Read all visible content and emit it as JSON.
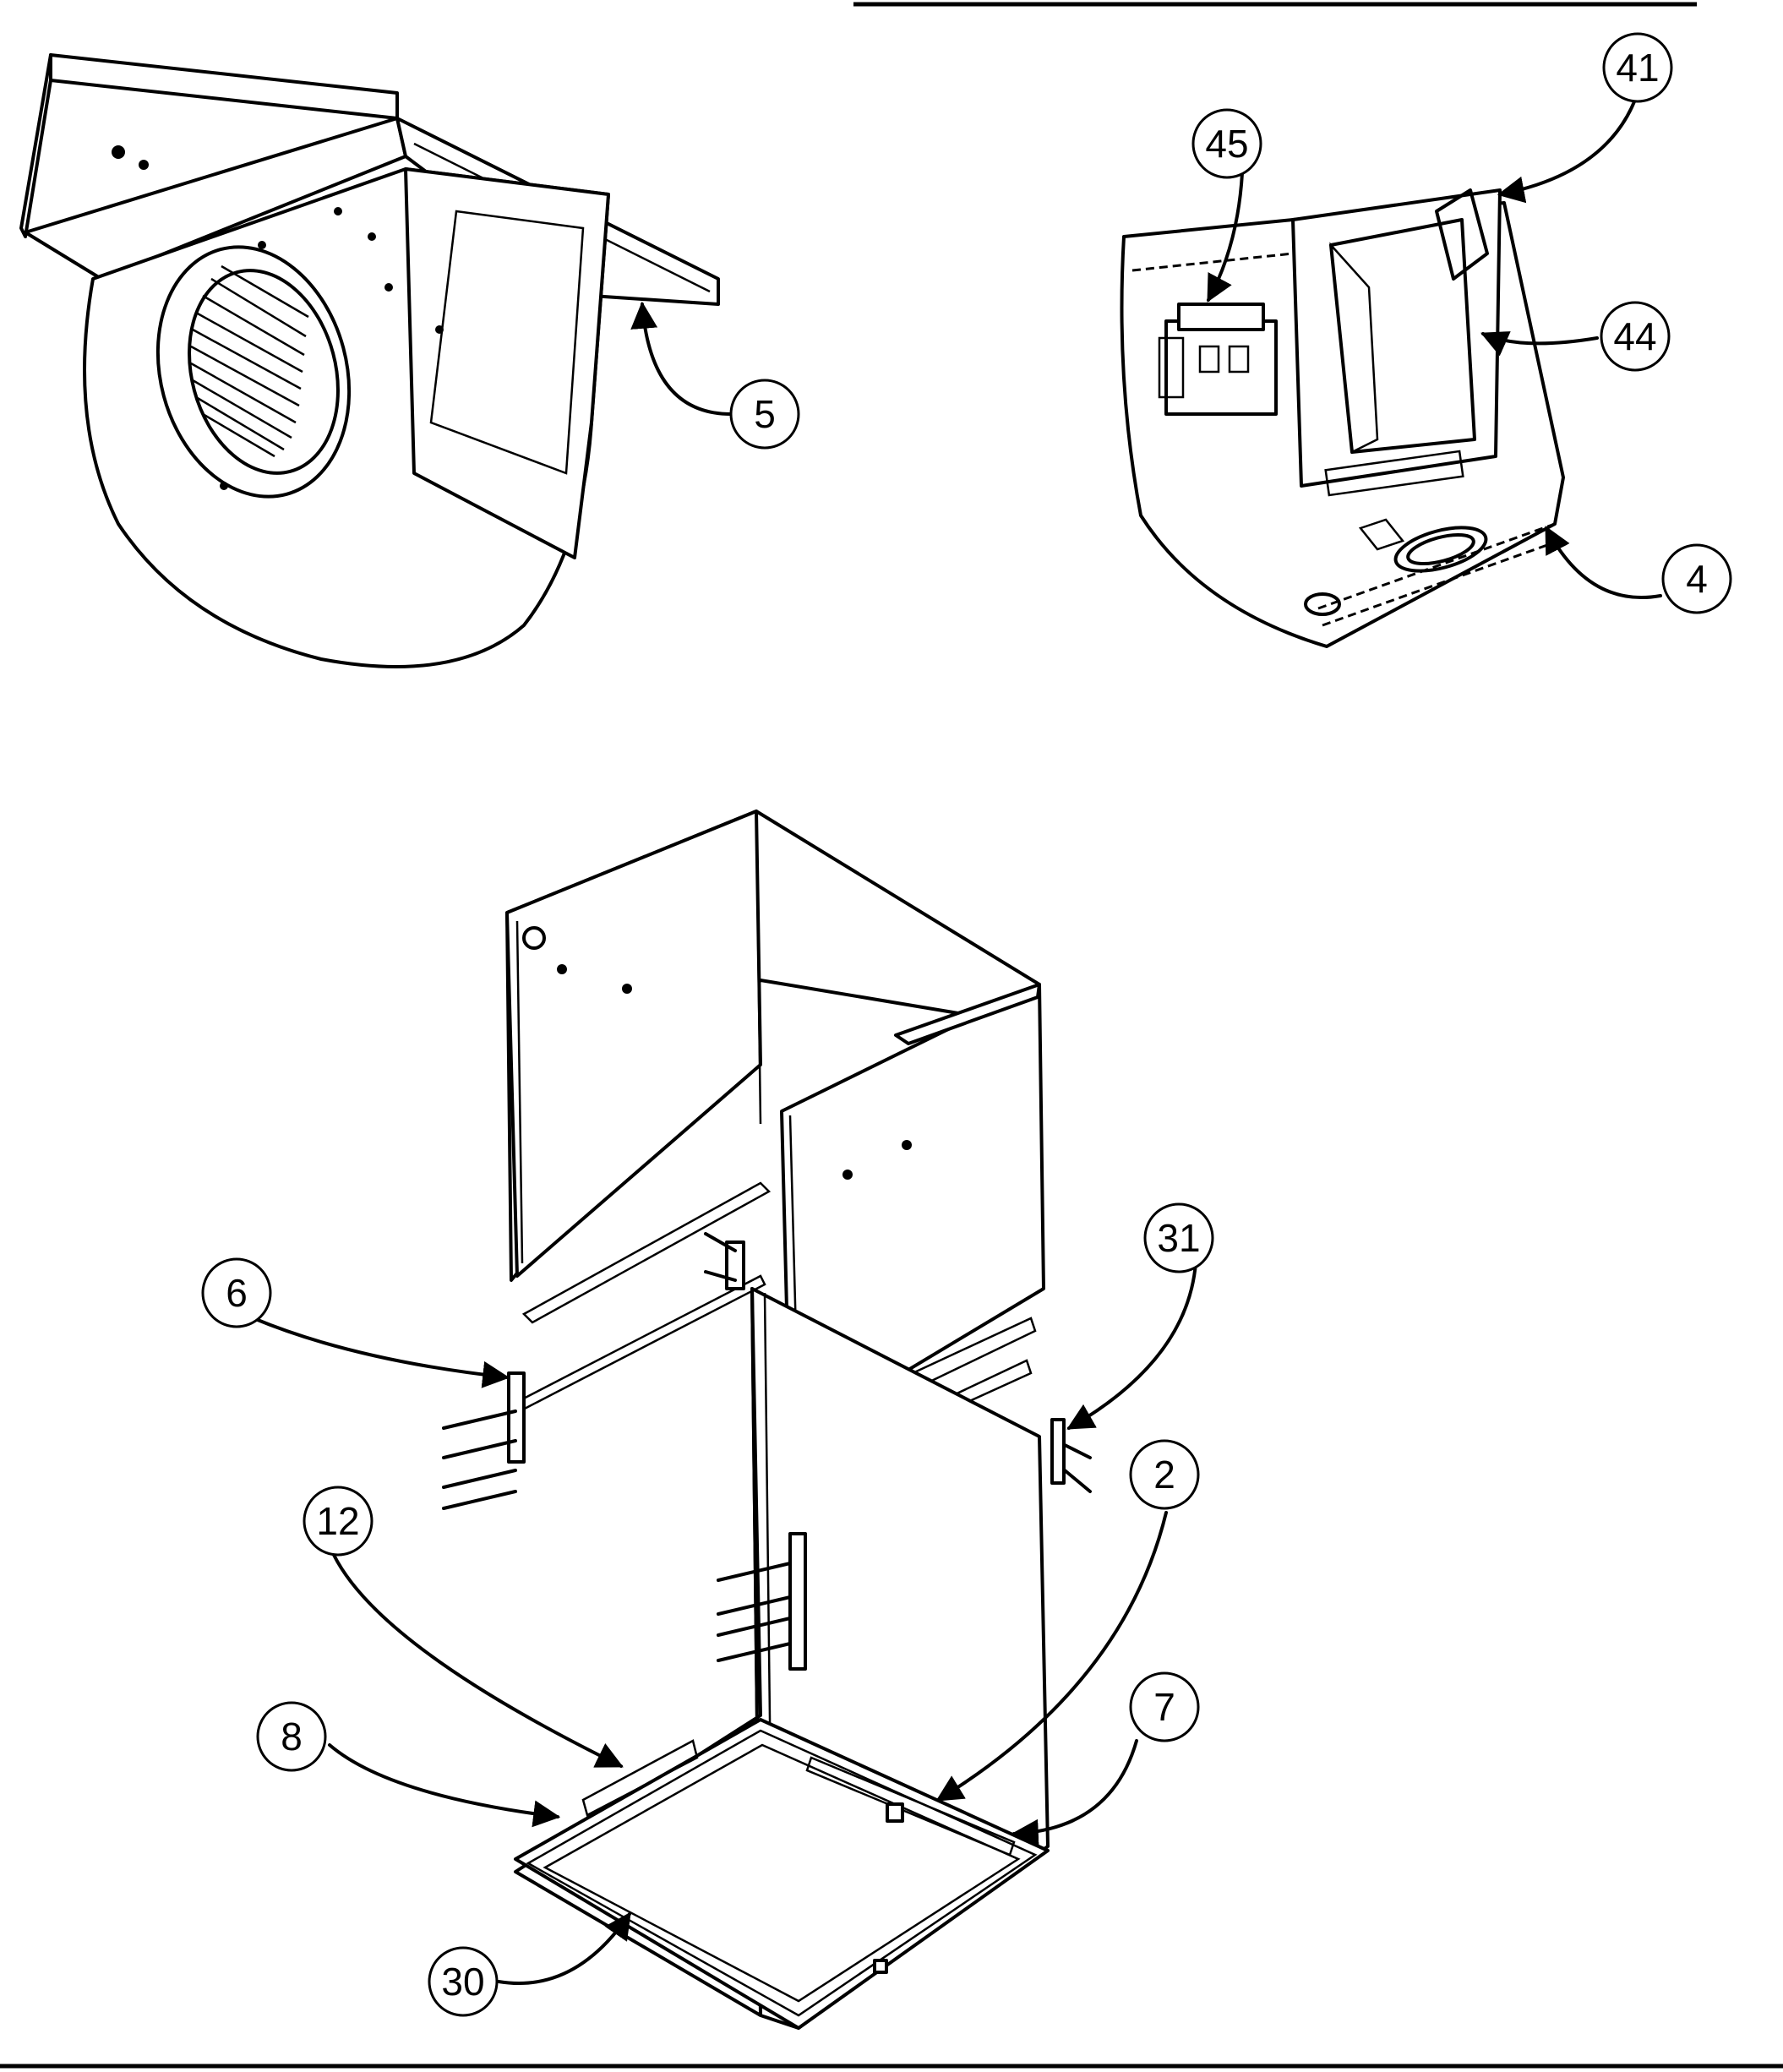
{
  "callouts": {
    "c41": "41",
    "c45": "45",
    "c44": "44",
    "c5": "5",
    "c4": "4",
    "c31": "31",
    "c6": "6",
    "c2": "2",
    "c12": "12",
    "c7": "7",
    "c8": "8",
    "c30": "30"
  }
}
